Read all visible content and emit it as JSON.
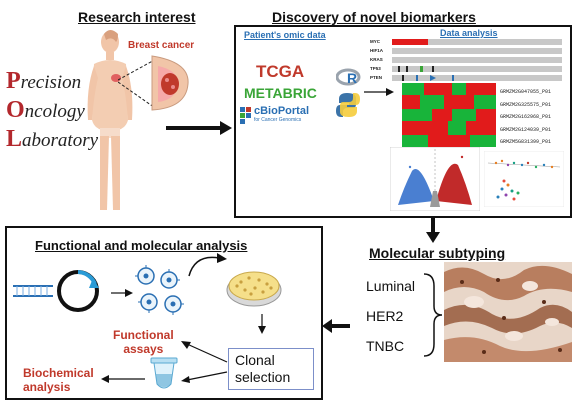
{
  "research": {
    "title": "Research interest",
    "breast_label": "Breast cancer",
    "lab": [
      {
        "cap": "P",
        "rest": "recision"
      },
      {
        "cap": "O",
        "rest": "ncology"
      },
      {
        "cap": "L",
        "rest": "aboratory"
      }
    ]
  },
  "discovery": {
    "title": "Discovery of novel biomarkers",
    "omic_title": "Patient's omic data",
    "analysis_title": "Data analysis",
    "tcga": "TCGA",
    "metabric": "METABRIC",
    "cbioportal": "cBioPortal",
    "cbioportal_sub": "for Cancer Genomics",
    "r_label": "R",
    "genes": [
      "MYC",
      "HIF1A",
      "KRAS",
      "TP53",
      "PTEN"
    ],
    "probes": [
      "GRMZM2G047055_P01",
      "GRMZM2G325575_P01",
      "GRMZM2G162968_P01",
      "GRMZM2G124039_P01",
      "GRMZM5G831399_P01"
    ]
  },
  "functional": {
    "title": "Functional and molecular analysis",
    "functional_assays": [
      "Functional",
      "assays"
    ],
    "biochemical": [
      "Biochemical",
      "analysis"
    ],
    "clonal": [
      "Clonal",
      "selection"
    ]
  },
  "subtyping": {
    "title": "Molecular subtyping",
    "subtypes": [
      "Luminal",
      "HER2",
      "TNBC"
    ]
  },
  "colors": {
    "accent_red": "#c0392b",
    "heatmap_red": "#e11b1b",
    "heatmap_green": "#18b43a",
    "metabric_green": "#3aa537",
    "link_blue": "#2a6fb3"
  }
}
